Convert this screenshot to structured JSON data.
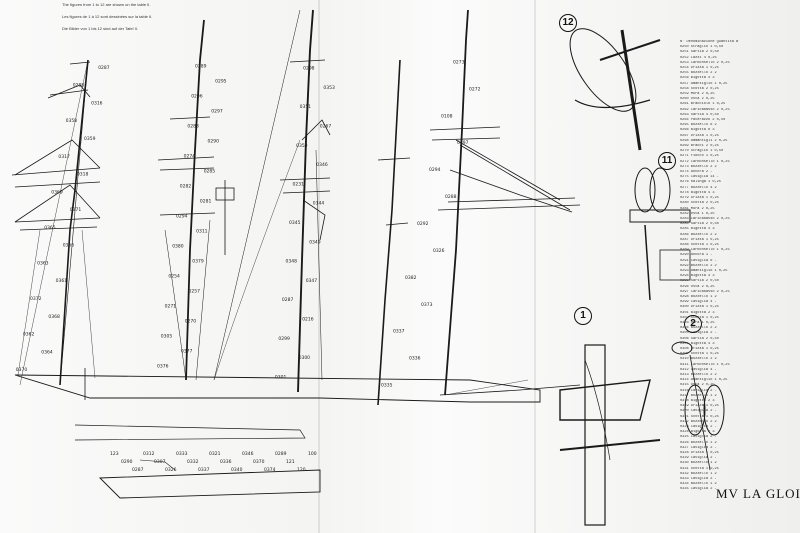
{
  "sheet": {
    "title": "MV LA GLOIR",
    "notes": [
      "The figures from 1 to 12 are shown on the table II.",
      "Les figures de 1 à 12 sont dessinées sur la table II.",
      "Die Bilder von 1 bis 12 sind auf der Tafel II."
    ]
  },
  "details": [
    "12",
    "11",
    "1",
    "2"
  ],
  "mast_labels": {
    "fore": [
      "0370",
      "0364",
      "0362",
      "0368",
      "0372",
      "0361",
      "0363",
      "0366",
      "0365",
      "0371",
      "0369",
      "0318",
      "0317",
      "0359",
      "0358",
      "0316",
      "0288",
      "0287"
    ],
    "main": [
      "0376",
      "0377",
      "0305",
      "0270",
      "0271",
      "0257",
      "0254",
      "0379",
      "0380",
      "0311",
      "0294",
      "0281",
      "0282",
      "0285",
      "0274",
      "0290",
      "0283",
      "0297",
      "0296",
      "0295",
      "0289"
    ],
    "mizzen": [
      "0301",
      "0300",
      "0299",
      "0216",
      "0287",
      "0347",
      "0348",
      "0349",
      "0345",
      "0344",
      "0231",
      "0346",
      "0350",
      "0267",
      "0351",
      "0353",
      "0298"
    ],
    "jigger": [
      "0335",
      "0336",
      "0337",
      "0373",
      "0382",
      "0326",
      "0292",
      "0288",
      "0294",
      "0297",
      "0108",
      "0272",
      "0273"
    ]
  },
  "hull_labels": [
    "123",
    "0290",
    "0287",
    "0312",
    "0307",
    "0326",
    "0333",
    "0332",
    "0337",
    "0321",
    "0336",
    "0340",
    "0346",
    "0370",
    "0374",
    "0289",
    "121",
    "120",
    "100"
  ],
  "legend_rows": [
    "N°  Denominazione      Quantità  Ø",
    "0250  Straglio            1   0,50",
    "0251  Sartia              2   0,50",
    "0252  Lazzi               4   0,25",
    "0253  Carbonsello        2   0,25",
    "0254  Drizza              1   0,25",
    "0255  Bozzello            2   2",
    "0256  Bigotta             4   3",
    "0257  Amantiglio          1   0,25",
    "0258  Scotta              2   0,25",
    "0259  Mura                2   0,25",
    "0260  Osta                2   0,25",
    "0261  Bracciolo           1   0,25",
    "0262  Caricabasso        2   0,25",
    "0263  Sartia              4   0,50",
    "0264  Paterazzo           2   0,50",
    "0265  Bozzello            6   2",
    "0266  Bigotta             8   3",
    "0267  Drizza              1   0,25",
    "0268  Ammantigli          2   0,25",
    "0269  Bracci              2   0,25",
    "0270  Straglio            1   0,50",
    "0271  Fiocco              1   0,25",
    "0272  Carbonsello        1   0,25",
    "0273  Bozzello            2   2",
    "0274  Ancora               2   -",
    "0275  Caviglia           14   -",
    "0276  Ralinga              1   0,25",
    "0277  Bozzello            4   2",
    "0278  Bigotta             4   3",
    "0279  Drizza               1   0,25",
    "0280  Scotta               2   0,25",
    "0281  Mura                 2   0,25",
    "0282  Osta                 1   0,25",
    "0283  Caricabasso         2   0,25",
    "0284  Sartia               2   0,50",
    "0285  Bigotta              4   3",
    "0286  Bozzello             2   2",
    "0287  Drizza               1   0,25",
    "0288  Scotta               1   0,25",
    "0289  Carbonsello         1   0,25",
    "0290  Ancora               1   -",
    "0291  Caviglia             6   -",
    "0292  Bozzello             2   2",
    "0293  Amantiglio           1   0,25",
    "0294  Bigotta              4   3",
    "0295  Sartia               2   0,50",
    "0296  Osta                 2   0,25",
    "0297  Caricabasso         2   0,25",
    "0298  Bozzello             1   2",
    "0299  Caviglia             4   -",
    "0300  Drizza               1   0,25",
    "0301  Bigotta              2   3",
    "0302  Scotta               1   0,25",
    "0303  Mura                 1   0,25",
    "0304  Bozzello             2   2",
    "0305  Caviglia             2   -",
    "0306  Sartia               2   0,50",
    "0307  Bigotta              4   3",
    "0308  Drizza               1   0,25",
    "0309  Scotta               1   0,25",
    "0310  Bozzello             2   2",
    "0311  Carbonsello         1   0,25",
    "0312  Caviglia             4   -",
    "0313  Bozzello             2   2",
    "0314  Amantiglio           1   0,25",
    "0315  Osta                 2   0,25",
    "0316  Caviglia             2   -",
    "0317  Bozzello             1   2",
    "0318  Bigotta              2   3",
    "0319  Drizza               1   0,25",
    "0320  Caviglia             2   -",
    "0321  Scotta               1   0,25",
    "0322  Bozzello             2   2",
    "0323  Caviglia             2   -",
    "0324  Bigotta              2   3",
    "0325  Caviglia             2   -",
    "0326  Bozzello             1   2",
    "0327  Caviglia             2   -",
    "0328  Drizza               1   0,25",
    "0329  Caviglia             2   -",
    "0330  Bozzello             1   2",
    "0331  Scotta               1   0,25",
    "0332  Bozzello             1   2",
    "0333  Caviglia             2   -",
    "0334  Bozzello             1   2",
    "0335  Caviglia             2   -"
  ]
}
